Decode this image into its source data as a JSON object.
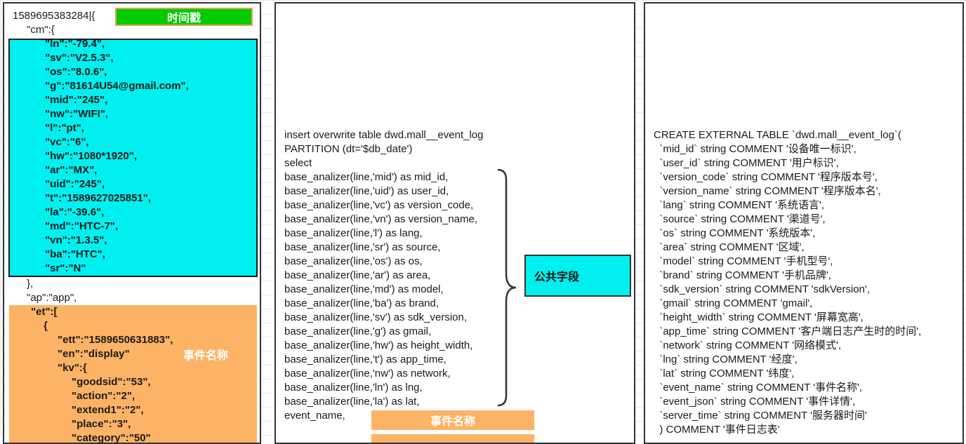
{
  "left": {
    "timestamp_line": "1589695383284|{",
    "timestamp_tag": "时间戳",
    "cm_open": "\"cm\":{",
    "cm_lines": [
      "\"ln\":\"-79.4\",",
      "\"sv\":\"V2.5.3\",",
      "\"os\":\"8.0.6\",",
      "\"g\":\"81614U54@gmail.com\",",
      "\"mid\":\"245\",",
      "\"nw\":\"WIFI\",",
      "\"l\":\"pt\",",
      "\"vc\":\"6\",",
      "\"hw\":\"1080*1920\",",
      "\"ar\":\"MX\",",
      "\"uid\":\"245\",",
      "\"t\":\"1589627025851\",",
      "\"la\":\"-39.6\",",
      "\"md\":\"HTC-7\",",
      "\"vn\":\"1.3.5\",",
      "\"ba\":\"HTC\",",
      "\"sr\":\"N\""
    ],
    "cm_close": "},",
    "ap_line": "\"ap\":\"app\",",
    "et_lines": [
      "\"et\":[",
      "{",
      "\"ett\":\"1589650631883\",",
      "\"en\":\"display\"",
      "\"kv\":{",
      "\"goodsid\":\"53\",",
      "\"action\":\"2\",",
      "\"extend1\":\"2\",",
      "\"place\":\"3\",",
      "\"category\":\"50\""
    ],
    "event_name_tag": "事件名称"
  },
  "middle": {
    "lines": [
      "insert overwrite table dwd.mall__event_log",
      "PARTITION (dt='$db_date')",
      "select",
      "base_analizer(line,'mid') as mid_id,",
      "base_analizer(line,'uid') as user_id,",
      "base_analizer(line,'vc') as version_code,",
      "base_analizer(line,'vn') as version_name,",
      "base_analizer(line,'l') as lang,",
      "base_analizer(line,'sr') as source,",
      "base_analizer(line,'os') as os,",
      "base_analizer(line,'ar') as area,",
      "base_analizer(line,'md') as model,",
      "base_analizer(line,'ba') as brand,",
      "base_analizer(line,'sv') as sdk_version,",
      "base_analizer(line,'g') as gmail,",
      "base_analizer(line,'hw') as height_width,",
      "base_analizer(line,'t') as app_time,",
      "base_analizer(line,'nw') as network,",
      "base_analizer(line,'ln') as lng,",
      "base_analizer(line,'la') as lat,",
      "event_name,"
    ],
    "public_fields_label": "公共字段",
    "event_name_tag": "事件名称"
  },
  "right": {
    "lines": [
      "CREATE EXTERNAL TABLE `dwd.mall__event_log`(",
      "  `mid_id` string COMMENT '设备唯一标识',",
      "  `user_id` string COMMENT '用户标识',",
      "  `version_code` string COMMENT '程序版本号',",
      "  `version_name` string COMMENT '程序版本名',",
      "  `lang` string COMMENT '系统语言',",
      "  `source` string COMMENT '渠道号',",
      "  `os` string COMMENT '系统版本',",
      "  `area` string COMMENT '区域',",
      "  `model` string COMMENT '手机型号',",
      "  `brand` string COMMENT '手机品牌',",
      "  `sdk_version` string COMMENT 'sdkVersion',",
      "  `gmail` string COMMENT 'gmail',",
      "  `height_width` string COMMENT '屏幕宽高',",
      "  `app_time` string COMMENT '客户端日志产生时的时间',",
      "  `network` string COMMENT '网络模式',",
      "  `lng` string COMMENT '经度',",
      "  `lat` string COMMENT '纬度',",
      "  `event_name` string COMMENT '事件名称',",
      "  `event_json` string COMMENT '事件详情',",
      "  `server_time` string COMMENT '服务器时间'",
      "  ) COMMENT '事件日志表'"
    ]
  },
  "colors": {
    "cyan": "#00f0f0",
    "orange": "#fdb366",
    "green": "#00cc00"
  }
}
